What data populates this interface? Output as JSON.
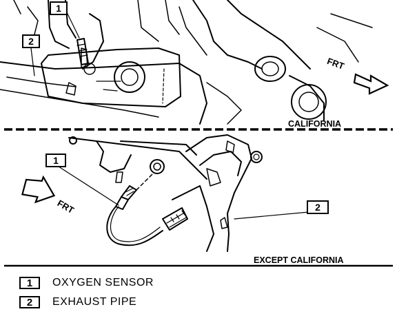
{
  "sections": {
    "top": "CALIFORNIA",
    "bottom": "EXCEPT CALIFORNIA"
  },
  "direction_label": "FRT",
  "callouts": [
    "1",
    "2"
  ],
  "legend": [
    {
      "key": "1",
      "label": "OXYGEN SENSOR"
    },
    {
      "key": "2",
      "label": "EXHAUST PIPE"
    }
  ]
}
